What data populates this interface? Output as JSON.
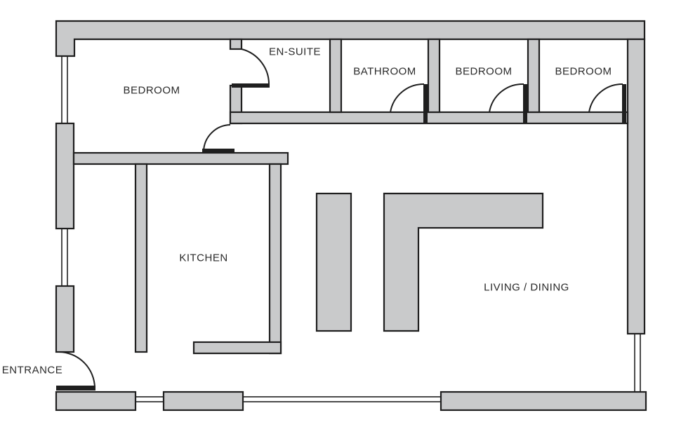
{
  "rooms": {
    "bedroom_main": "BEDROOM",
    "en_suite": "EN-SUITE",
    "bathroom": "BATHROOM",
    "bedroom_2": "BEDROOM",
    "bedroom_3": "BEDROOM",
    "kitchen": "KITCHEN",
    "living_dining": "LIVING / DINING",
    "entrance": "ENTRANCE"
  },
  "colors": {
    "wall_fill": "#c9cacb",
    "line": "#1f1f1f",
    "background": "#ffffff"
  }
}
